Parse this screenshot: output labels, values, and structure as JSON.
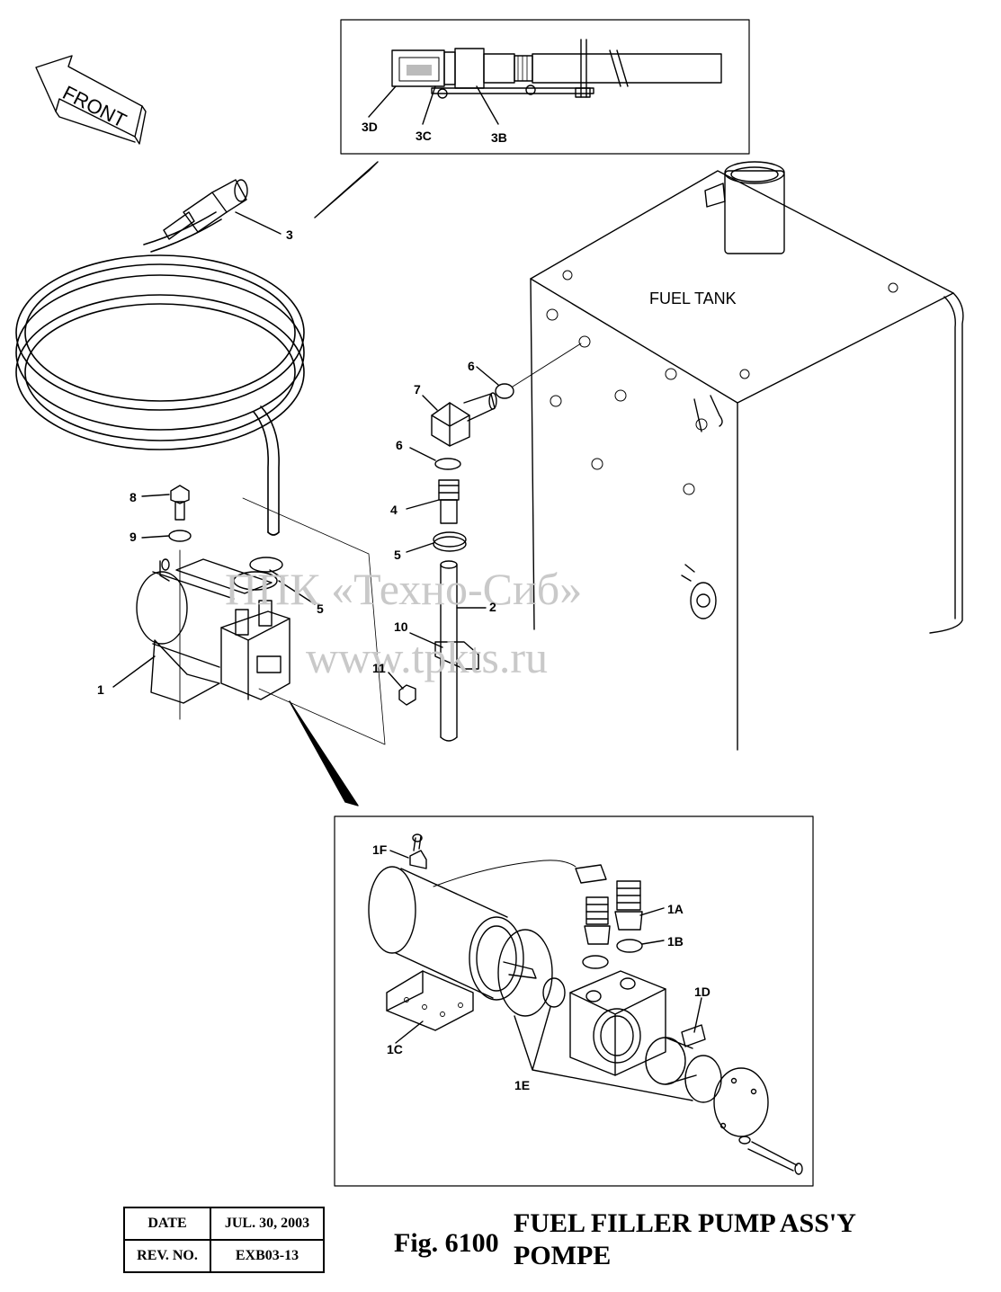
{
  "direction_label": "FRONT",
  "tank_label": "FUEL TANK",
  "watermark": {
    "line1": "ППК «Техно-Сиб»",
    "line2": "www.tpkts.ru"
  },
  "callouts": {
    "c3D": "3D",
    "c3C": "3C",
    "c3B": "3B",
    "c3": "3",
    "c6a": "6",
    "c7": "7",
    "c6b": "6",
    "c4": "4",
    "c5a": "5",
    "c5b": "5",
    "c8": "8",
    "c9": "9",
    "c1": "1",
    "c2": "2",
    "c10": "10",
    "c11": "11",
    "c1F": "1F",
    "c1A": "1A",
    "c1B": "1B",
    "c1D": "1D",
    "c1C": "1C",
    "c1E": "1E"
  },
  "title_block": {
    "date_label": "DATE",
    "date_value": "JUL. 30, 2003",
    "rev_label": "REV. NO.",
    "rev_value": "EXB03-13"
  },
  "figure": {
    "number": "Fig. 6100",
    "title_line1": "FUEL FILLER PUMP ASS'Y",
    "title_line2": "POMPE"
  }
}
